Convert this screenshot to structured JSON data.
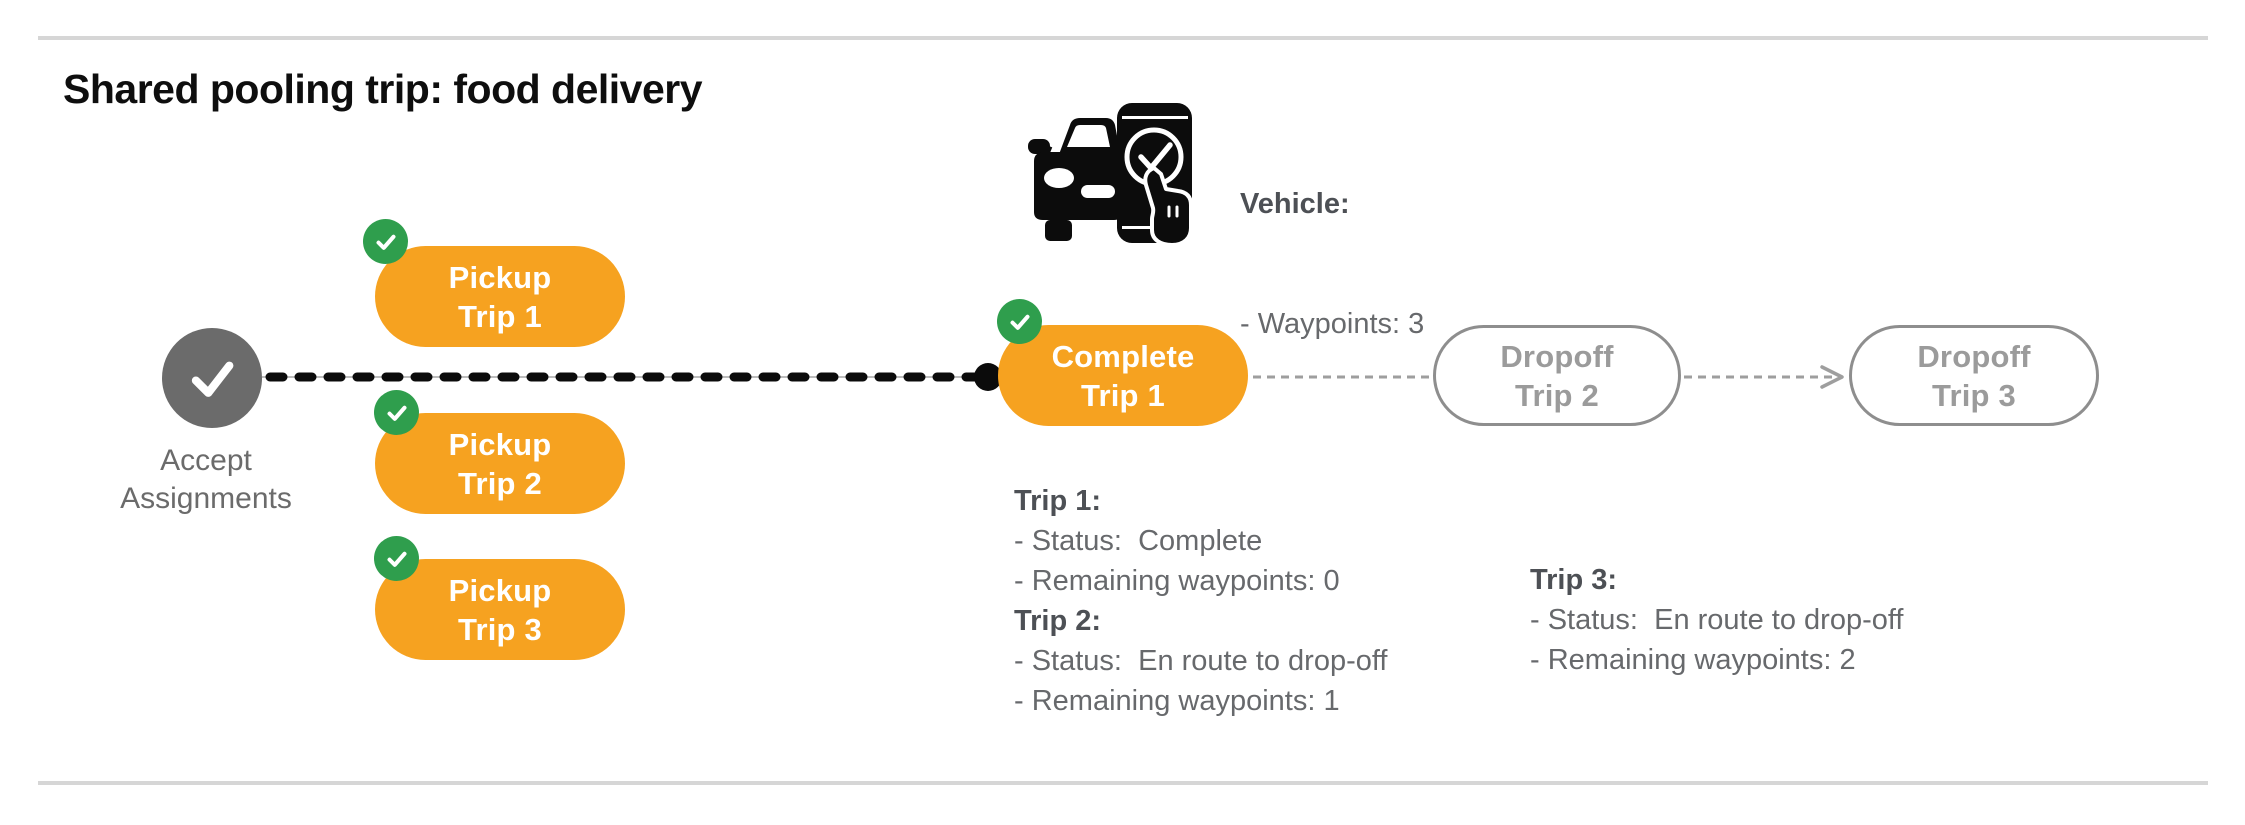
{
  "page": {
    "title": "Shared pooling trip: food delivery"
  },
  "colors": {
    "orange": "#F6A220",
    "green": "#2F9E4D",
    "node_gray": "#6B6B6B",
    "pending_border": "#8E8E8E",
    "pending_text": "#9B9B9B",
    "heading_text": "#4D5055",
    "body_text": "#67696C",
    "line_black": "#0B0B0B",
    "connector_gray": "#9E9E9E"
  },
  "vehicle": {
    "icon": "car-phone-check-icon",
    "label": "Vehicle:",
    "waypoints_line": "- Waypoints: 3"
  },
  "start_node": {
    "icon": "check-icon",
    "label_line1": "Accept",
    "label_line2": "Assignments"
  },
  "nodes": [
    {
      "id": "pickup-trip-1",
      "line1": "Pickup",
      "line2": "Trip 1",
      "state": "complete"
    },
    {
      "id": "pickup-trip-2",
      "line1": "Pickup",
      "line2": "Trip 2",
      "state": "complete"
    },
    {
      "id": "pickup-trip-3",
      "line1": "Pickup",
      "line2": "Trip 3",
      "state": "complete"
    },
    {
      "id": "complete-trip-1",
      "line1": "Complete",
      "line2": "Trip 1",
      "state": "complete"
    },
    {
      "id": "dropoff-trip-2",
      "line1": "Dropoff",
      "line2": "Trip 2",
      "state": "pending"
    },
    {
      "id": "dropoff-trip-3",
      "line1": "Dropoff",
      "line2": "Trip 3",
      "state": "pending"
    }
  ],
  "info_blocks": {
    "left": {
      "entries": [
        {
          "kind": "heading",
          "text": "Trip 1:"
        },
        {
          "kind": "line",
          "text": "- Status:  Complete"
        },
        {
          "kind": "line",
          "text": "- Remaining waypoints: 0"
        },
        {
          "kind": "heading",
          "text": "Trip 2:"
        },
        {
          "kind": "line",
          "text": "- Status:  En route to drop-off"
        },
        {
          "kind": "line",
          "text": "- Remaining waypoints: 1"
        }
      ]
    },
    "right": {
      "entries": [
        {
          "kind": "heading",
          "text": "Trip 3:"
        },
        {
          "kind": "line",
          "text": "- Status:  En route to drop-off"
        },
        {
          "kind": "line",
          "text": "- Remaining waypoints: 2"
        }
      ]
    }
  }
}
